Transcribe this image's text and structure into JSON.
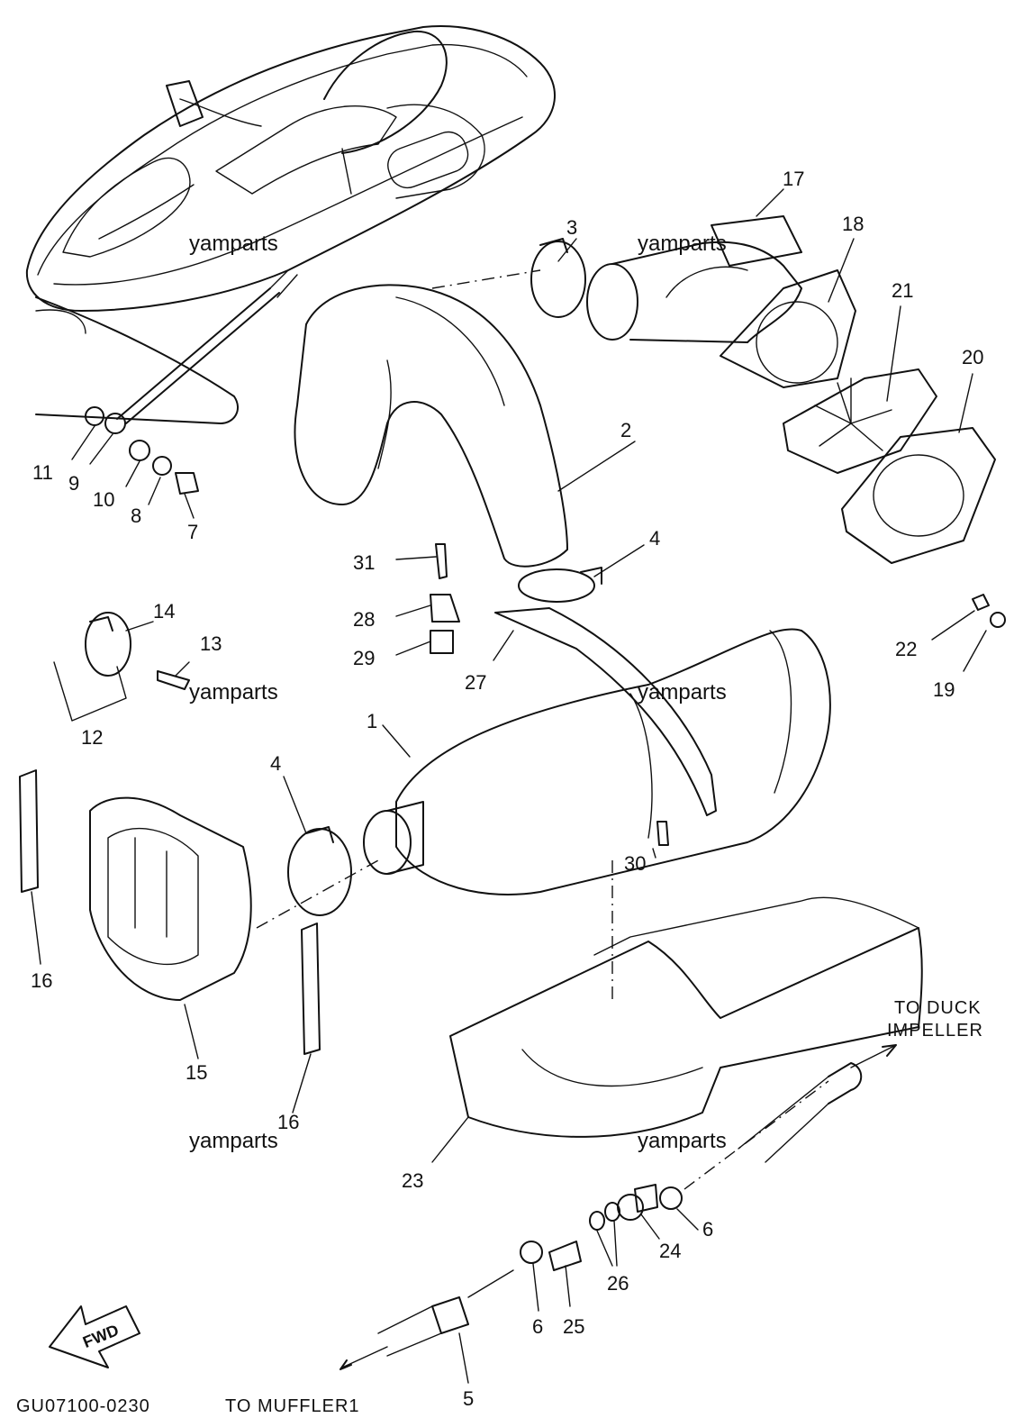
{
  "diagram": {
    "part_labels": [
      {
        "id": "p1",
        "text": "1"
      },
      {
        "id": "p2",
        "text": "2"
      },
      {
        "id": "p3",
        "text": "3"
      },
      {
        "id": "p4a",
        "text": "4"
      },
      {
        "id": "p4b",
        "text": "4"
      },
      {
        "id": "p5",
        "text": "5"
      },
      {
        "id": "p6a",
        "text": "6"
      },
      {
        "id": "p6b",
        "text": "6"
      },
      {
        "id": "p7",
        "text": "7"
      },
      {
        "id": "p8",
        "text": "8"
      },
      {
        "id": "p9",
        "text": "9"
      },
      {
        "id": "p10",
        "text": "10"
      },
      {
        "id": "p11",
        "text": "11"
      },
      {
        "id": "p12",
        "text": "12"
      },
      {
        "id": "p13",
        "text": "13"
      },
      {
        "id": "p14",
        "text": "14"
      },
      {
        "id": "p15",
        "text": "15"
      },
      {
        "id": "p16a",
        "text": "16"
      },
      {
        "id": "p16b",
        "text": "16"
      },
      {
        "id": "p17",
        "text": "17"
      },
      {
        "id": "p18",
        "text": "18"
      },
      {
        "id": "p19",
        "text": "19"
      },
      {
        "id": "p20",
        "text": "20"
      },
      {
        "id": "p21",
        "text": "21"
      },
      {
        "id": "p22",
        "text": "22"
      },
      {
        "id": "p23",
        "text": "23"
      },
      {
        "id": "p24",
        "text": "24"
      },
      {
        "id": "p25",
        "text": "25"
      },
      {
        "id": "p26",
        "text": "26"
      },
      {
        "id": "p27",
        "text": "27"
      },
      {
        "id": "p28",
        "text": "28"
      },
      {
        "id": "p29",
        "text": "29"
      },
      {
        "id": "p30",
        "text": "30"
      },
      {
        "id": "p31",
        "text": "31"
      }
    ],
    "watermark": "yamparts",
    "annotations": {
      "to_duck_line1": "TO DUCK",
      "to_duck_line2": "IMPELLER",
      "to_muffler": "TO MUFFLER1",
      "fwd": "FWD",
      "drawing_code": "GU07100-0230"
    }
  }
}
